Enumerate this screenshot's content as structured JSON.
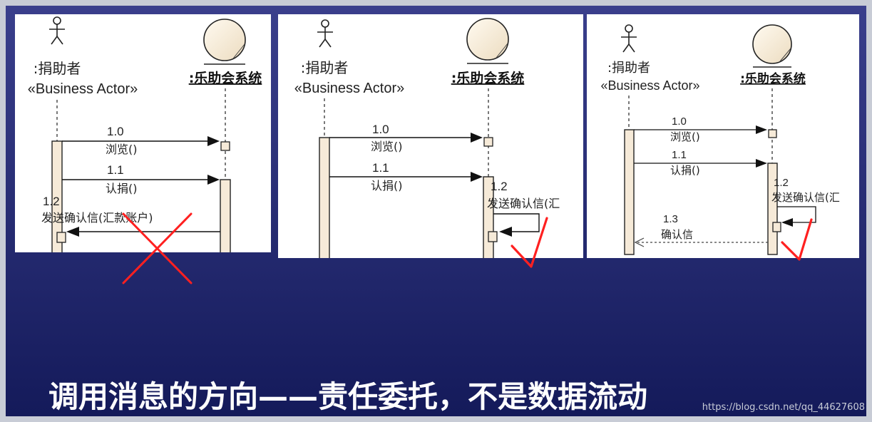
{
  "caption": "调用消息的方向——责任委托，不是数据流动",
  "watermark": "https://blog.csdn.net/qq_44627608",
  "actor_name": ":捐助者",
  "actor_stereotype": "«Business Actor»",
  "system_name": ":乐助会系统",
  "panels": [
    {
      "messages": [
        {
          "number": "1.0",
          "label": "浏览()"
        },
        {
          "number": "1.1",
          "label": "认捐()"
        },
        {
          "number": "1.2",
          "label": "发送确认信(汇款账户)"
        }
      ],
      "verdict": "wrong"
    },
    {
      "messages": [
        {
          "number": "1.0",
          "label": "浏览()"
        },
        {
          "number": "1.1",
          "label": "认捐()"
        },
        {
          "number": "1.2",
          "label": "发送确认信(汇"
        }
      ],
      "verdict": "correct"
    },
    {
      "messages": [
        {
          "number": "1.0",
          "label": "浏览()"
        },
        {
          "number": "1.1",
          "label": "认捐()"
        },
        {
          "number": "1.2",
          "label": "发送确认信(汇"
        },
        {
          "number": "1.3",
          "label": "确认信"
        }
      ],
      "verdict": "correct"
    }
  ],
  "colors": {
    "slide_bg_top": "#3a3f8c",
    "slide_bg_bottom": "#141a5a",
    "panel_bg": "#ffffff",
    "activation": "#f6ead8",
    "mark": "#ff2020",
    "caption": "#ffffff"
  }
}
